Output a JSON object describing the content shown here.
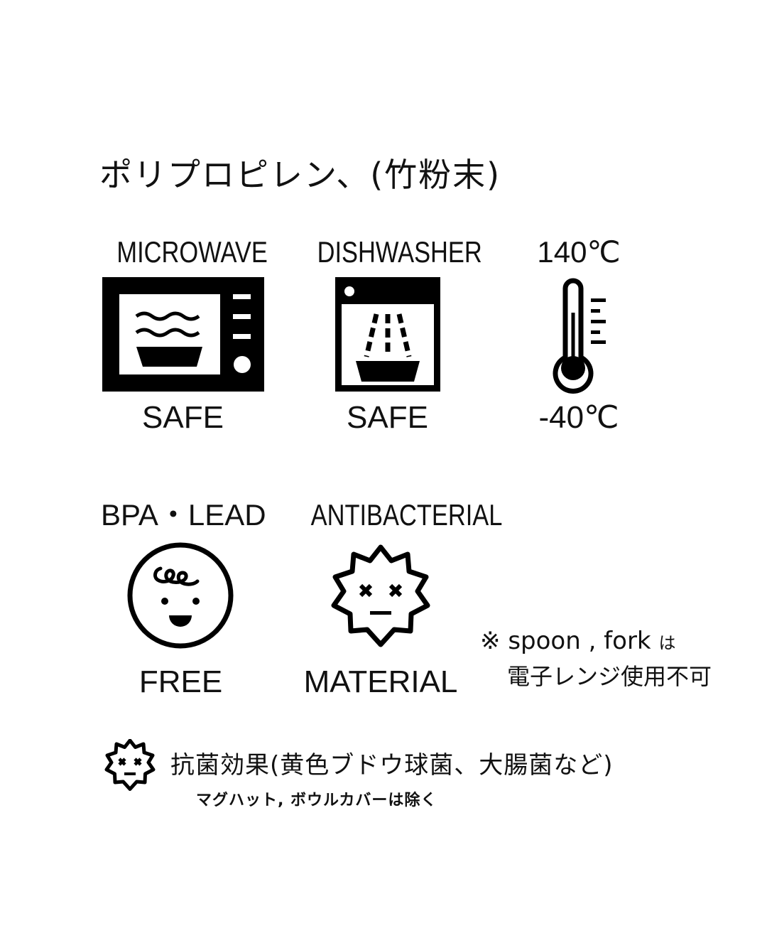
{
  "title": "ポリプロピレン、(竹粉末)",
  "badges": [
    {
      "id": "microwave",
      "top_label": "MICROWAVE",
      "bottom_label": "SAFE",
      "icon": "microwave-icon"
    },
    {
      "id": "dishwasher",
      "top_label": "DISHWASHER",
      "bottom_label": "SAFE",
      "icon": "dishwasher-icon"
    },
    {
      "id": "temperature",
      "top_label": "140℃",
      "bottom_label": "-40℃",
      "icon": "thermometer-icon"
    },
    {
      "id": "bpa",
      "top_label": "BPA・LEAD",
      "bottom_label": "FREE",
      "icon": "baby-face-icon"
    },
    {
      "id": "antibacterial",
      "top_label": "ANTIBACTERIAL",
      "bottom_label": "MATERIAL",
      "icon": "germ-icon"
    }
  ],
  "note": {
    "mark": "※",
    "line1": "spoon , fork",
    "line1_suffix": "は",
    "line2": "電子レンジ使用不可"
  },
  "footer": {
    "icon": "germ-icon",
    "line1": "抗菌効果(黄色ブドウ球菌、大腸菌など)",
    "line2": "マグハット, ボウルカバーは除く"
  },
  "colors": {
    "ink": "#000000",
    "background": "#ffffff"
  }
}
